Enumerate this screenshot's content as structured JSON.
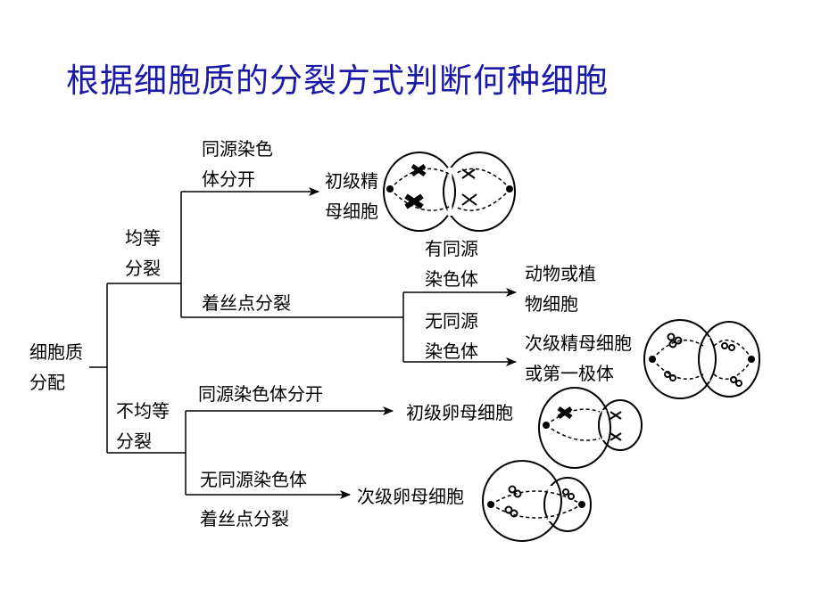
{
  "title": "根据细胞质的分裂方式判断何种细胞",
  "root": {
    "line1": "细胞质",
    "line2": "分配"
  },
  "equal": {
    "line1": "均等",
    "line2": "分裂",
    "homologs_separate": {
      "line1": "同源染色",
      "line2": "体分开",
      "result_line1": "初级精",
      "result_line2": "母细胞"
    },
    "centromere_split": {
      "label": "着丝点分裂"
    },
    "has_homologs": {
      "line1": "有同源",
      "line2": "染色体",
      "result_line1": "动物或植",
      "result_line2": "物细胞"
    },
    "no_homologs": {
      "line1": "无同源",
      "line2": "染色体",
      "result_line1": "次级精母细胞",
      "result_line2": "或第一极体"
    }
  },
  "unequal": {
    "line1": "不均等",
    "line2": "分裂",
    "homologs_separate": {
      "label": "同源染色体分开",
      "result": "初级卵母细胞"
    },
    "no_homologs": {
      "line1": "无同源染色体",
      "line2": "着丝点分裂",
      "result": "次级卵母细胞"
    }
  }
}
